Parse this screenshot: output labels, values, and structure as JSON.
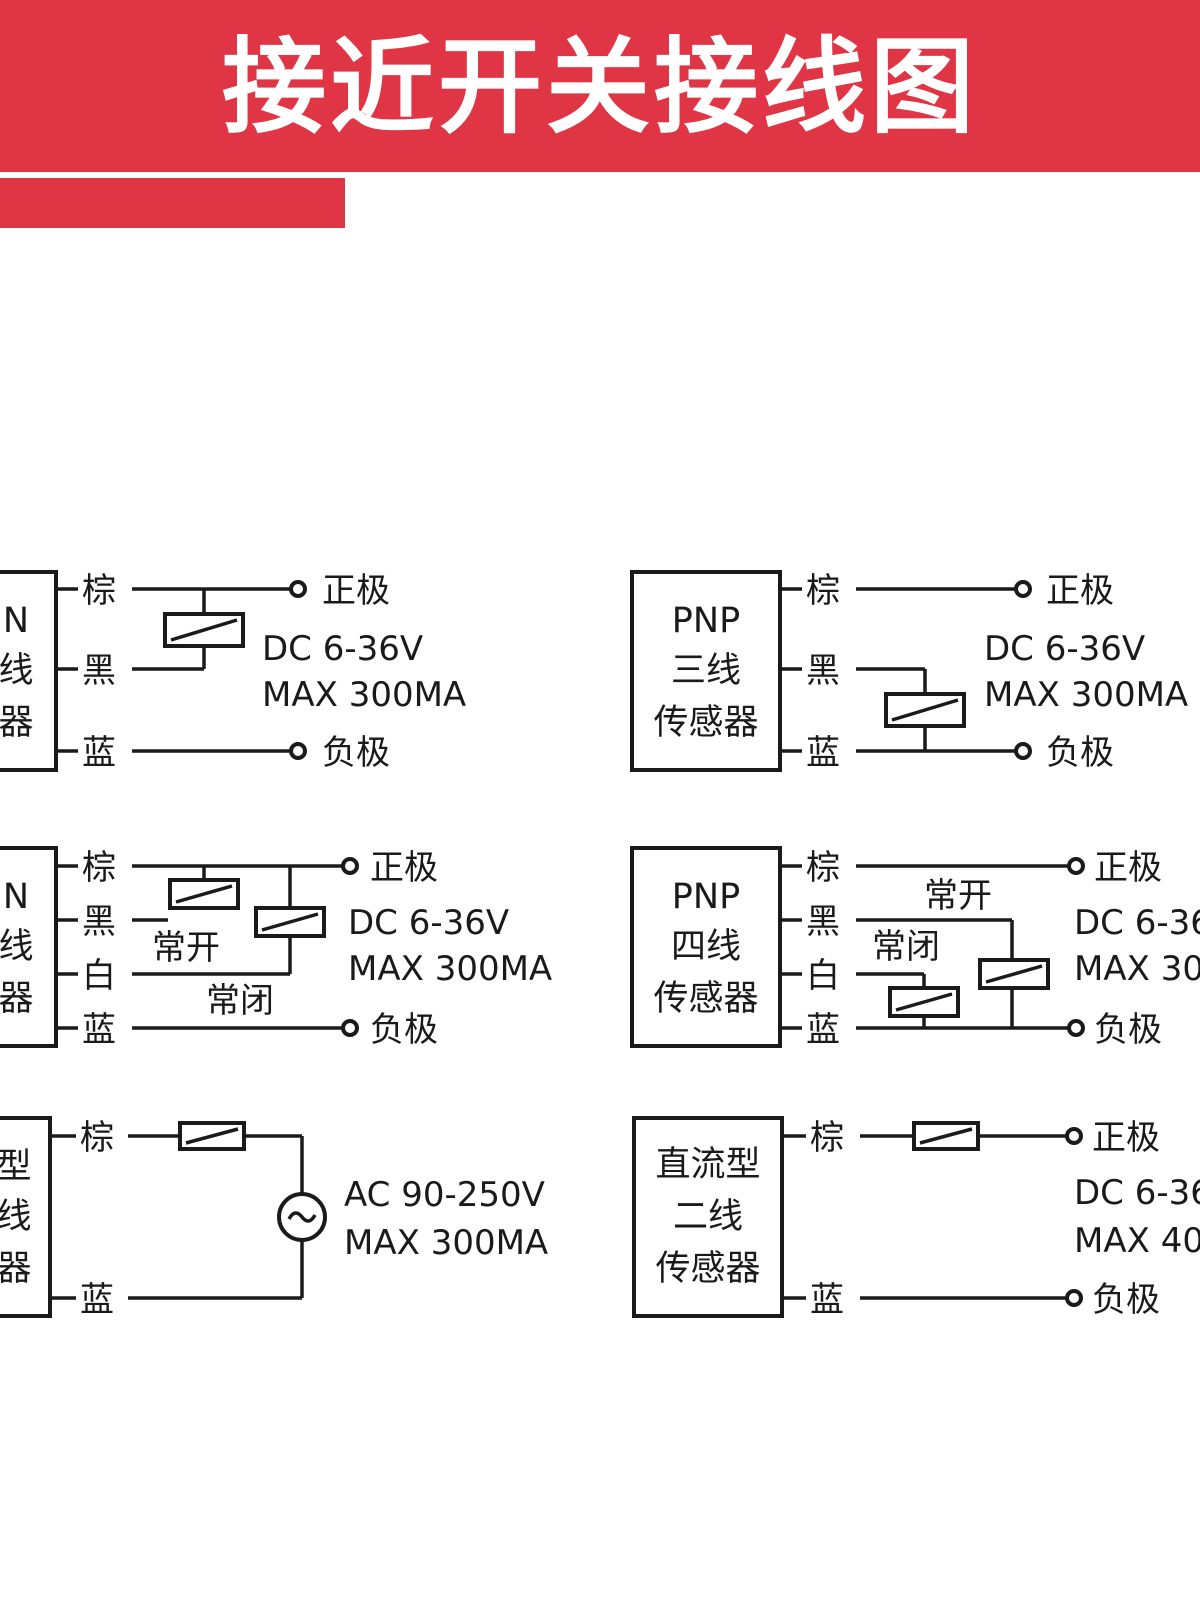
{
  "header": {
    "title": "接近开关接线图"
  },
  "diagrams": {
    "npn3": {
      "box_lines": [
        "N",
        "线",
        "器"
      ],
      "wires": {
        "brown": "棕",
        "black": "黑",
        "blue": "蓝"
      },
      "positive": "正极",
      "negative": "负极",
      "voltage": "DC 6-36V",
      "current": "MAX 300MA"
    },
    "pnp3": {
      "box_lines": [
        "PNP",
        "三线",
        "传感器"
      ],
      "wires": {
        "brown": "棕",
        "black": "黑",
        "blue": "蓝"
      },
      "positive": "正极",
      "negative": "负极",
      "voltage": "DC 6-36V",
      "current": "MAX 300MA"
    },
    "npn4": {
      "box_lines": [
        "N",
        "线",
        "器"
      ],
      "wires": {
        "brown": "棕",
        "black": "黑",
        "white": "白",
        "blue": "蓝"
      },
      "no": "常开",
      "nc": "常闭",
      "positive": "正极",
      "negative": "负极",
      "voltage": "DC 6-36V",
      "current": "MAX 300MA"
    },
    "pnp4": {
      "box_lines": [
        "PNP",
        "四线",
        "传感器"
      ],
      "wires": {
        "brown": "棕",
        "black": "黑",
        "white": "白",
        "blue": "蓝"
      },
      "no": "常开",
      "nc": "常闭",
      "positive": "正极",
      "negative": "负极",
      "voltage": "DC 6-36",
      "current": "MAX 30"
    },
    "ac2": {
      "box_lines": [
        "型",
        "线",
        "器"
      ],
      "wires": {
        "brown": "棕",
        "blue": "蓝"
      },
      "voltage": "AC 90-250V",
      "current": "MAX 300MA"
    },
    "dc2": {
      "box_lines": [
        "直流型",
        "二线",
        "传感器"
      ],
      "wires": {
        "brown": "棕",
        "blue": "蓝"
      },
      "positive": "正极",
      "negative": "负极",
      "voltage": "DC 6-36",
      "current": "MAX 40"
    }
  }
}
